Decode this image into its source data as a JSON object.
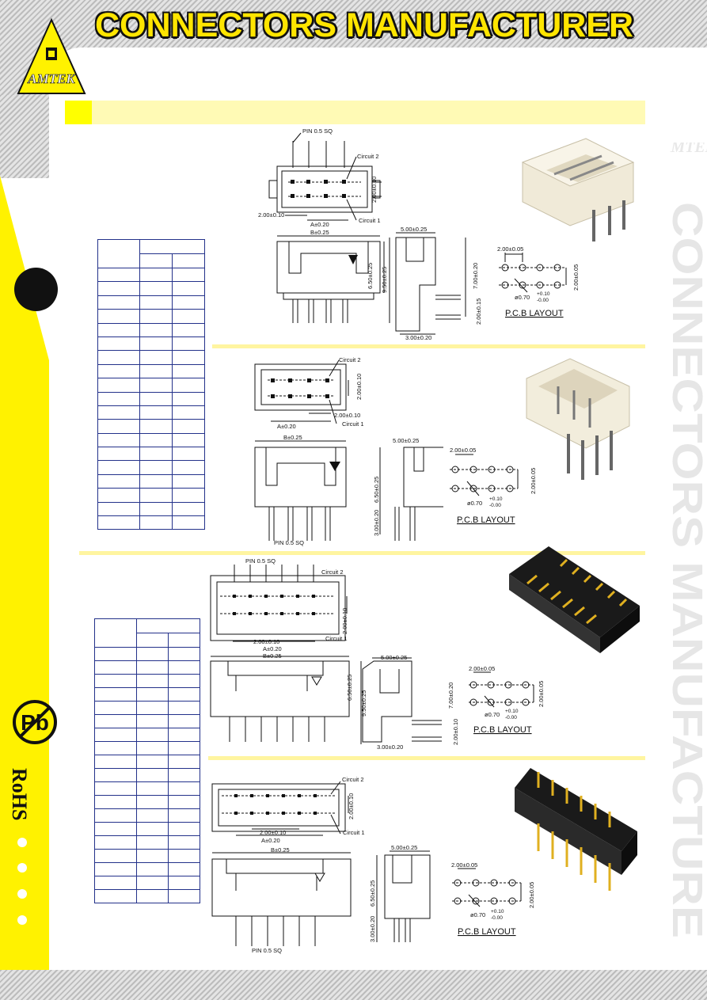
{
  "header": {
    "title": "CONNECTORS MANUFACTURER",
    "logo_text": "AMTEK"
  },
  "sidebar": {
    "pb_symbol": "Pb",
    "rohs_label": "RoHS"
  },
  "watermark": {
    "text": "CONNECTORS MANUFACTURE",
    "logo_text": "AMTEK"
  },
  "drawings": {
    "pin_label": "PIN 0.5 SQ",
    "circuit2": "Circuit 2",
    "circuit1": "Circuit 1",
    "dim_200_010": "2.00±0.10",
    "dim_a": "A±0.20",
    "dim_b": "B±0.25",
    "dim_500": "5.00±0.25",
    "dim_650": "6.50±0.25",
    "dim_950": "9.50±0.25",
    "dim_700": "7.00±0.20",
    "dim_300": "3.00±0.20",
    "dim_200_015": "2.00±0.15",
    "dim_200_005": "2.00±0.05",
    "hole": "ø0.70",
    "tol_plus": "+0.10",
    "tol_minus": "-0.00",
    "pcb_layout": "P.C.B  LAYOUT"
  },
  "colors": {
    "yellow": "#fff200",
    "table_border": "#23318a",
    "band": "#fff5a0"
  }
}
